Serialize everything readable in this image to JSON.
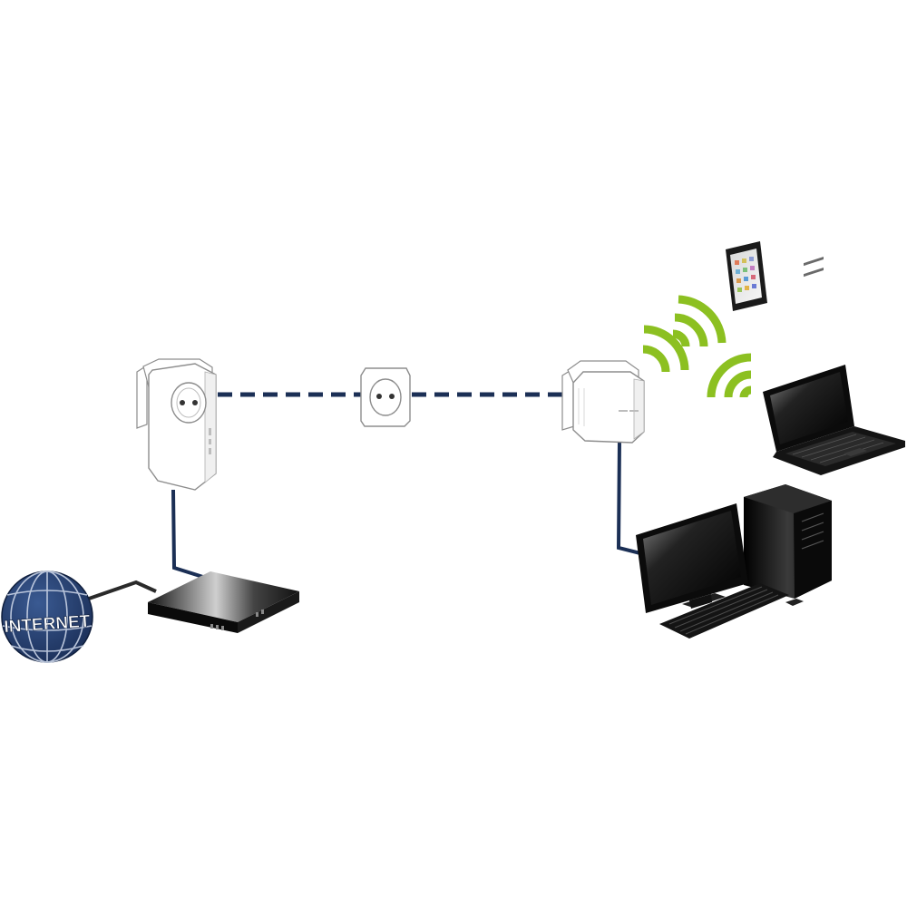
{
  "diagram": {
    "globe_label": "INTERNET",
    "nodes": [
      {
        "id": "internet",
        "icon": "globe-icon"
      },
      {
        "id": "router",
        "icon": "router-icon"
      },
      {
        "id": "powerline-adapter-1",
        "icon": "powerline-adapter-icon"
      },
      {
        "id": "wall-socket",
        "icon": "wall-socket-icon"
      },
      {
        "id": "powerline-adapter-2-wifi",
        "icon": "wifi-powerline-adapter-icon"
      },
      {
        "id": "tablet",
        "icon": "tablet-icon"
      },
      {
        "id": "laptop",
        "icon": "laptop-icon"
      },
      {
        "id": "desktop-pc",
        "icon": "desktop-computer-icon"
      }
    ],
    "connections": [
      {
        "from": "internet",
        "to": "router",
        "kind": "cable"
      },
      {
        "from": "router",
        "to": "powerline-adapter-1",
        "kind": "ethernet"
      },
      {
        "from": "powerline-adapter-1",
        "to": "wall-socket",
        "kind": "powerline"
      },
      {
        "from": "wall-socket",
        "to": "powerline-adapter-2-wifi",
        "kind": "powerline"
      },
      {
        "from": "powerline-adapter-2-wifi",
        "to": "desktop-pc",
        "kind": "ethernet"
      },
      {
        "from": "powerline-adapter-2-wifi",
        "to": "tablet",
        "kind": "wifi"
      },
      {
        "from": "powerline-adapter-2-wifi",
        "to": "laptop",
        "kind": "wifi"
      }
    ],
    "colors": {
      "cable_navy": "#1b2f55",
      "globe_blue": "#233d6e",
      "wifi_green": "#8cc021",
      "device_black": "#111111",
      "adapter_white": "#ffffff",
      "outline_grey": "#9a9a9a"
    }
  }
}
